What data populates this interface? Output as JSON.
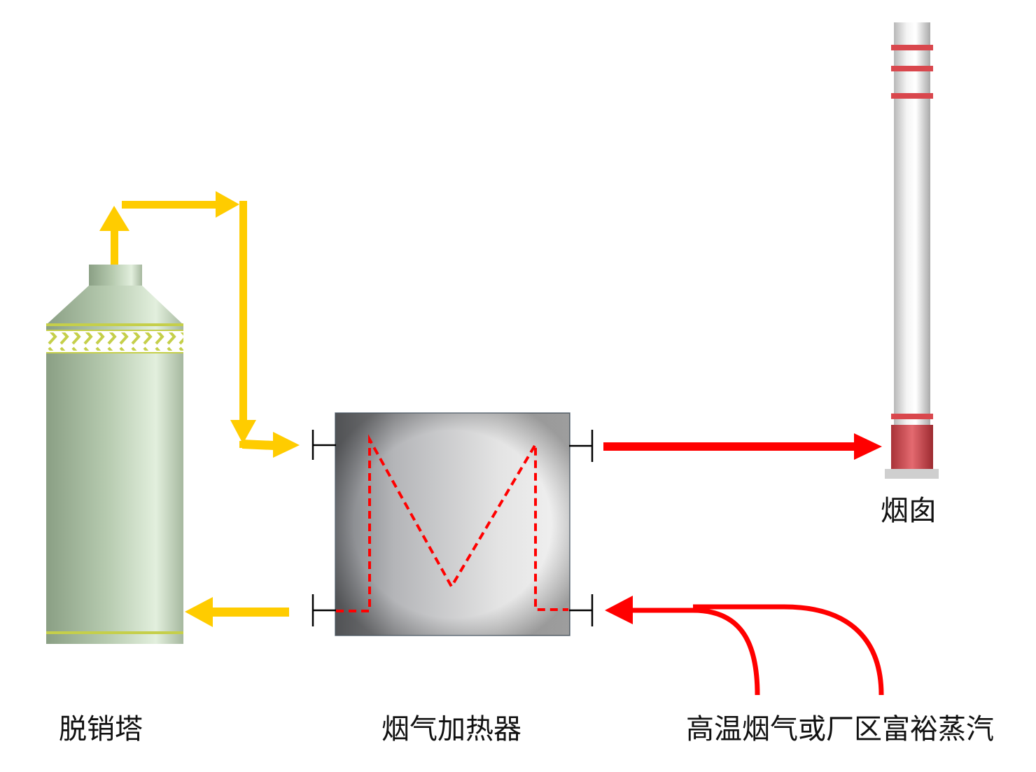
{
  "labels": {
    "tower": "脱销塔",
    "heater": "烟气加热器",
    "source": "高温烟气或厂区富裕蒸汽",
    "chimney": "烟囱"
  },
  "colors": {
    "flue_gas_flow": "#ffcc00",
    "hot_flow": "#ff0000",
    "tower_body": "#b9ceb1",
    "tower_band": "#c5cf4a",
    "heater_body": "#d0d0d0",
    "chimney_body": "#e2e2e2",
    "chimney_band": "#d9474d"
  }
}
